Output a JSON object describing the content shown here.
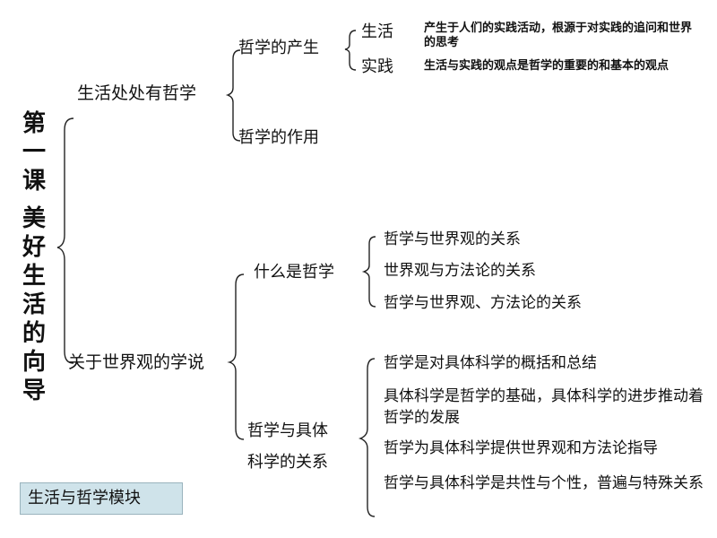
{
  "title_chars": [
    "第",
    "一",
    "课",
    "美",
    "好",
    "生",
    "活",
    "的",
    "向",
    "导"
  ],
  "module_label": "生活与哲学模块",
  "branch1": {
    "label": "生活处处有哲学",
    "child1": {
      "label": "哲学的产生",
      "items": [
        {
          "key": "生活",
          "desc": "产生于人们的实践活动，根源于对实践的追问和世界的思考"
        },
        {
          "key": "实践",
          "desc": "生活与实践的观点是哲学的重要的和基本的观点"
        }
      ]
    },
    "child2": {
      "label": "哲学的作用"
    }
  },
  "branch2": {
    "label": "关于世界观的学说",
    "child1": {
      "label": "什么是哲学",
      "items": [
        "哲学与世界观的关系",
        "世界观与方法论的关系",
        "哲学与世界观、方法论的关系"
      ]
    },
    "child2": {
      "label_line1": "哲学与具体",
      "label_line2": "科学的关系",
      "items": [
        "哲学是对具体科学的概括和总结",
        "具体科学是哲学的基础，具体科学的进步推动着哲学的发展",
        "哲学为具体科学提供世界观和方法论指导",
        "哲学与具体科学是共性与个性，普遍与特殊关系"
      ]
    }
  }
}
